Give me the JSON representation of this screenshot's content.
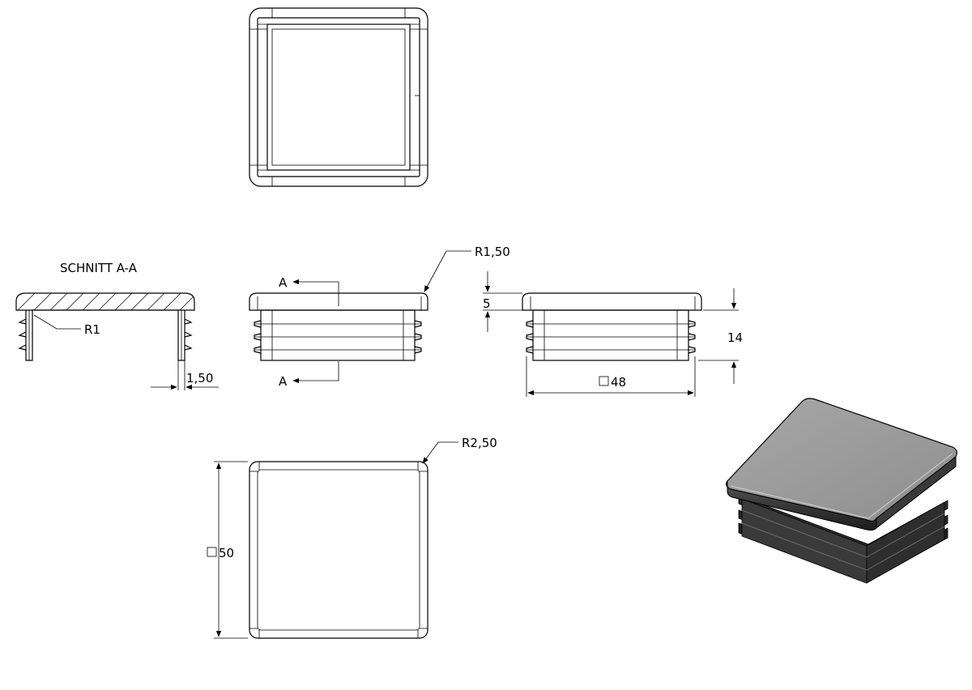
{
  "section_title": "SCHNITT A-A",
  "section_letter_top": "A",
  "section_letter_bottom": "A",
  "dims": {
    "r1": "R1",
    "wall": "1,50",
    "r150": "R1,50",
    "cap_height": "5",
    "total_height": "14",
    "inner_width": "48",
    "outer_width": "50",
    "corner_radius": "R2,50"
  },
  "colors": {
    "line": "#000000",
    "cap_top": "#9a9a9a",
    "cap_dark": "#2a2a2a"
  }
}
